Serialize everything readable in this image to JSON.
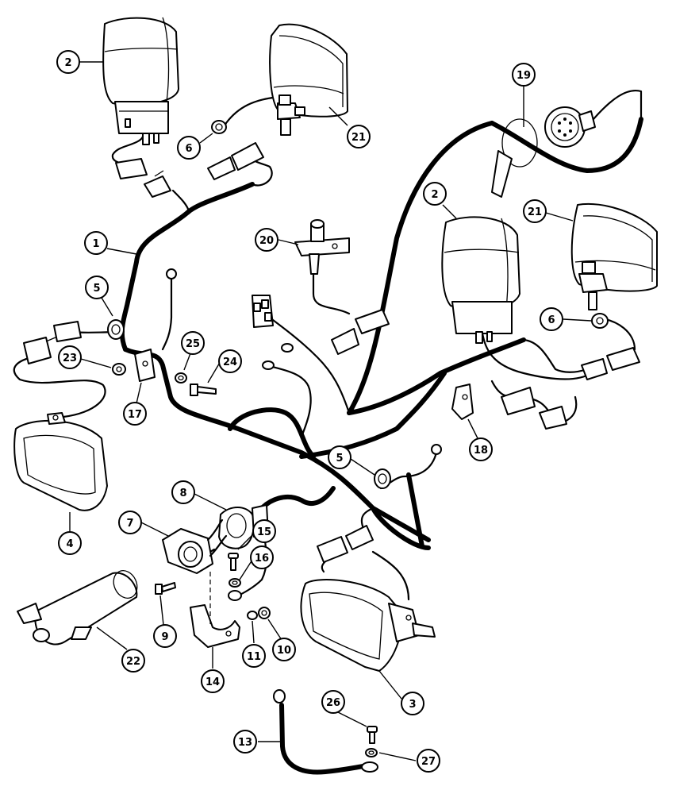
{
  "callouts": [
    {
      "id": "c2a",
      "label": "2"
    },
    {
      "id": "c21a",
      "label": "21"
    },
    {
      "id": "c6a",
      "label": "6"
    },
    {
      "id": "c19",
      "label": "19"
    },
    {
      "id": "c2b",
      "label": "2"
    },
    {
      "id": "c21b",
      "label": "21"
    },
    {
      "id": "c1",
      "label": "1"
    },
    {
      "id": "c20",
      "label": "20"
    },
    {
      "id": "c5a",
      "label": "5"
    },
    {
      "id": "c6b",
      "label": "6"
    },
    {
      "id": "c25",
      "label": "25"
    },
    {
      "id": "c23",
      "label": "23"
    },
    {
      "id": "c24",
      "label": "24"
    },
    {
      "id": "c17",
      "label": "17"
    },
    {
      "id": "c18",
      "label": "18"
    },
    {
      "id": "c5b",
      "label": "5"
    },
    {
      "id": "c4",
      "label": "4"
    },
    {
      "id": "c8",
      "label": "8"
    },
    {
      "id": "c7",
      "label": "7"
    },
    {
      "id": "c15",
      "label": "15"
    },
    {
      "id": "c16",
      "label": "16"
    },
    {
      "id": "c9",
      "label": "9"
    },
    {
      "id": "c11",
      "label": "11"
    },
    {
      "id": "c10",
      "label": "10"
    },
    {
      "id": "c22",
      "label": "22"
    },
    {
      "id": "c14",
      "label": "14"
    },
    {
      "id": "c3",
      "label": "3"
    },
    {
      "id": "c26",
      "label": "26"
    },
    {
      "id": "c13",
      "label": "13"
    },
    {
      "id": "c27",
      "label": "27"
    }
  ]
}
